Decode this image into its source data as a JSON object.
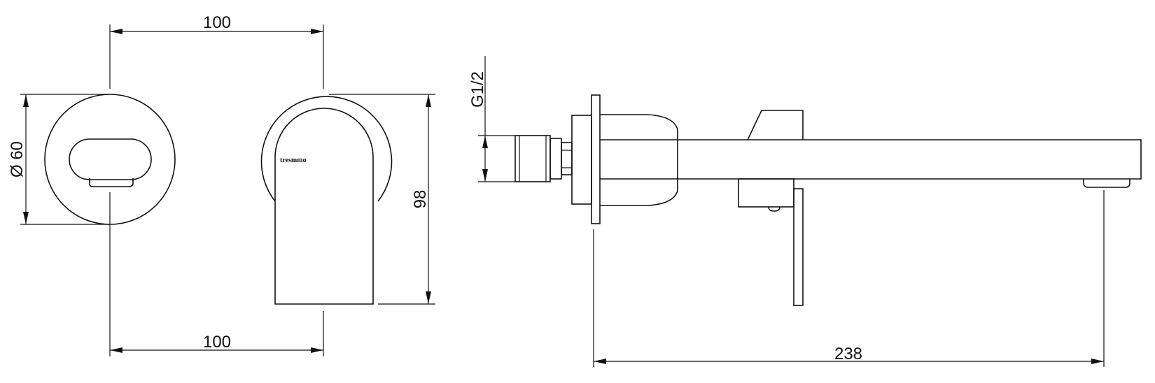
{
  "diagram": {
    "type": "technical-drawing",
    "line_color": "#111111",
    "background": "#ffffff"
  },
  "dimensions": {
    "front_top_width": "100",
    "front_bottom_width": "100",
    "plate_diameter": "Ø 60",
    "height": "98",
    "thread": "G1/2",
    "projection": "238"
  },
  "brand_mark": "tresmmo"
}
